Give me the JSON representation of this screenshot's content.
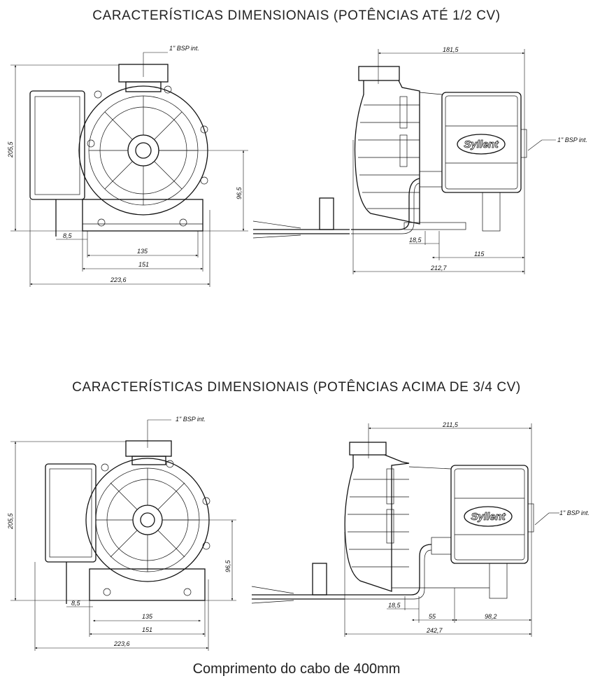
{
  "sections": [
    {
      "title": "CARACTERÍSTICAS DIMENSIONAIS (POTÊNCIAS ATÉ 1/2 CV)",
      "front_view": {
        "bsp_label": "1\" BSP int.",
        "height": "205,5",
        "shaft_height": "96,5",
        "d1": "8,5",
        "d2": "135",
        "d3": "151",
        "d4": "223,6"
      },
      "side_view": {
        "top_width": "181,5",
        "bsp_label": "1\" BSP int.",
        "d1": "18,5",
        "d2": "115",
        "total": "212,7",
        "logo": "Syllent"
      }
    },
    {
      "title": "CARACTERÍSTICAS DIMENSIONAIS (POTÊNCIAS ACIMA DE 3/4 CV)",
      "front_view": {
        "bsp_label": "1\" BSP int.",
        "height": "205,5",
        "shaft_height": "96,5",
        "d1": "8,5",
        "d2": "135",
        "d3": "151",
        "d4": "223,6"
      },
      "side_view": {
        "top_width": "211,5",
        "bsp_label": "1\" BSP int.",
        "d1": "18,5",
        "d2": "55",
        "d3": "98,2",
        "total": "242,7",
        "logo": "Syllent"
      }
    }
  ],
  "footer": "Comprimento do cabo de 400mm"
}
